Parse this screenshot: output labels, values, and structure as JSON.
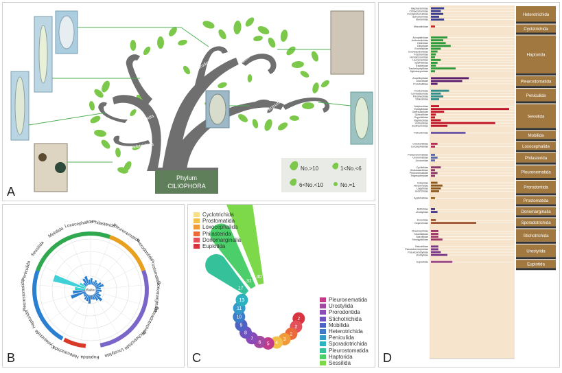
{
  "panels": {
    "a": "A",
    "b": "B",
    "c": "C",
    "d": "D"
  },
  "tree": {
    "title_line1": "Phylum",
    "title_line2": "CILIOPHORA",
    "branches": [
      "Pleurostomatida",
      "Haptorida",
      "Prorodontida",
      "Nassulida",
      "Sessilida",
      "Peritrichia",
      "Sporadotrichida"
    ],
    "legend": [
      "No.>10",
      "1<No.<6",
      "6<No.<10",
      "No.=1"
    ]
  },
  "radial": {
    "labels": [
      "Loxocephalida",
      "Philasterida",
      "Pleuronematida",
      "Prorodontida",
      "Prostomatida",
      "Doriomarginalia",
      "Sporadotrichida",
      "Stichotrichida",
      "Urostylida",
      "Euplotida",
      "Heterotrichida",
      "Cyclotrichida",
      "Haptorida",
      "Pleurostomatida",
      "Peniculida",
      "Sessilida",
      "Mobilida"
    ],
    "center_label": "Walter"
  },
  "petals": {
    "numbers": [
      2,
      2,
      2,
      3,
      4,
      5,
      6,
      7,
      8,
      9,
      10,
      11,
      13,
      17,
      31,
      40
    ],
    "legend_left": [
      "Cyclotrichida",
      "Prostomatida",
      "Loxocephalida",
      "Philasterida",
      "Doriomarginalia",
      "Euplotida"
    ],
    "legend_right": [
      "Pleuronematida",
      "Urostylida",
      "Prorodontida",
      "Stichotrichida",
      "Mobilida",
      "Heterotrichida",
      "Peniculida",
      "Sporadotrichida",
      "Pleurostomatida",
      "Haptorida",
      "Sessilida"
    ],
    "colors_left": [
      "#f6e08a",
      "#f3c04a",
      "#f09a3a",
      "#ea6a3a",
      "#e5505a",
      "#d8333f"
    ],
    "colors_right": [
      "#c23b8a",
      "#a24aa0",
      "#8a4bb8",
      "#6e52c0",
      "#4f63c6",
      "#3f7cc8",
      "#3599c9",
      "#2fb2bf",
      "#35c29a",
      "#4ccf6a",
      "#7ed94a"
    ]
  },
  "bars": {
    "groups": [
      {
        "name": "Heterotrichida",
        "color": "#3b3f8f",
        "rows": [
          [
            "Blepharismidae",
            0.16
          ],
          [
            "Climacostomidae",
            0.12
          ],
          [
            "Condylostomatidae",
            0.15
          ],
          [
            "Spirostomidae",
            0.1
          ],
          [
            "Stentoridae",
            0.16
          ]
        ]
      },
      {
        "name": "Cyclotrichida",
        "color": "#cc2a2a",
        "rows": [
          [
            "Mesodiniidae",
            0.05
          ]
        ]
      },
      {
        "name": "Haptorida",
        "color": "#2e9a3c",
        "rows": [
          [
            "Acropisthiidae",
            0.2
          ],
          [
            "Actinobolinidae",
            0.15
          ],
          [
            "Didiniidae",
            0.18
          ],
          [
            "Dileptidae",
            0.24
          ],
          [
            "Enchelyidae",
            0.12
          ],
          [
            "Enchelyodontidae",
            0.08
          ],
          [
            "Fuscheriidae",
            0.06
          ],
          [
            "Homalozoonidae",
            0.05
          ],
          [
            "Lacrymariidae",
            0.12
          ],
          [
            "Spathidiidae",
            0.08
          ],
          [
            "Trachelidae",
            0.06
          ],
          [
            "Tracheliophyllidae",
            0.3
          ],
          [
            "Myriokaryonidae",
            0.05
          ]
        ]
      },
      {
        "name": "Pleurostomatida",
        "color": "#5a1f6e",
        "rows": [
          [
            "Amphileptidae",
            0.46
          ],
          [
            "Litonotidae",
            0.38
          ],
          [
            "Protohalliidae",
            0.08
          ]
        ]
      },
      {
        "name": "Peniculida",
        "color": "#2f8f8f",
        "rows": [
          [
            "Frontoniidae",
            0.22
          ],
          [
            "Lembadionidae",
            0.12
          ],
          [
            "Parameciidae",
            0.15
          ],
          [
            "Stokesiidae",
            0.1
          ]
        ]
      },
      {
        "name": "Sessilida",
        "color": "#c0162a",
        "rows": [
          [
            "Astylozoidae",
            0.1
          ],
          [
            "Epistylididae",
            0.95
          ],
          [
            "Operculariidae",
            0.16
          ],
          [
            "Ophrydiidae",
            0.06
          ],
          [
            "Scyphidiidae",
            0.05
          ],
          [
            "Vaginicolidae",
            0.12
          ],
          [
            "Vorticellidae",
            0.78
          ],
          [
            "Zoothamniidae",
            0.2
          ]
        ]
      },
      {
        "name": "Mobilida",
        "color": "#6a55a8",
        "rows": [
          [
            "Trichodinidae",
            0.42
          ]
        ]
      },
      {
        "name": "Loxocephalida",
        "color": "#b0305a",
        "rows": [
          [
            "Cinetochilidae",
            0.08
          ],
          [
            "Loxocephalidae",
            0.05
          ]
        ]
      },
      {
        "name": "Philasterida",
        "color": "#5a6aa8",
        "rows": [
          [
            "Parauronematidae",
            0.05
          ],
          [
            "Uronematidae",
            0.08
          ],
          [
            "Urozonidae",
            0.05
          ]
        ]
      },
      {
        "name": "Pleuronematida",
        "color": "#8a3a6a",
        "rows": [
          [
            "Cyclidiidae",
            0.12
          ],
          [
            "Histiobalantiidae",
            0.05
          ],
          [
            "Pleuronematidae",
            0.08
          ],
          [
            "Thigmophryidae",
            0.05
          ]
        ]
      },
      {
        "name": "Prorodontida",
        "color": "#8a5a20",
        "rows": [
          [
            "Colepidae",
            0.08
          ],
          [
            "Holophryidae",
            0.14
          ],
          [
            "Lagynidae",
            0.12
          ],
          [
            "Urotrichidae",
            0.1
          ]
        ]
      },
      {
        "name": "Prostomatida",
        "color": "#a06a20",
        "rows": [
          [
            "Apsiktratidae",
            0.05
          ]
        ]
      },
      {
        "name": "Doriomarginalia",
        "color": "#4a3a8a",
        "rows": [
          [
            "Bothriidae",
            0.05
          ],
          [
            "Urostylidae",
            0.08
          ]
        ]
      },
      {
        "name": "Sporadotrichida",
        "color": "#a05a3a",
        "rows": [
          [
            "Keronidae",
            0.06
          ],
          [
            "Oxytrichidae",
            0.55
          ]
        ]
      },
      {
        "name": "Stichotrichida",
        "color": "#a03a6a",
        "rows": [
          [
            "Chaetospiridae",
            0.09
          ],
          [
            "Strobilidiidae",
            0.09
          ],
          [
            "Spirofilidae",
            0.09
          ],
          [
            "Strongylidiidae",
            0.14
          ]
        ]
      },
      {
        "name": "Urostylida",
        "color": "#7a3a8a",
        "rows": [
          [
            "Bakuellidae",
            0.09
          ],
          [
            "Pseudokeronopsidae",
            0.09
          ],
          [
            "Pseudourostylidae",
            0.12
          ],
          [
            "Urostylidae",
            0.2
          ]
        ]
      },
      {
        "name": "Euplotida",
        "color": "#9a4a8a",
        "rows": [
          [
            "Euplotidae",
            0.26
          ]
        ]
      }
    ]
  }
}
